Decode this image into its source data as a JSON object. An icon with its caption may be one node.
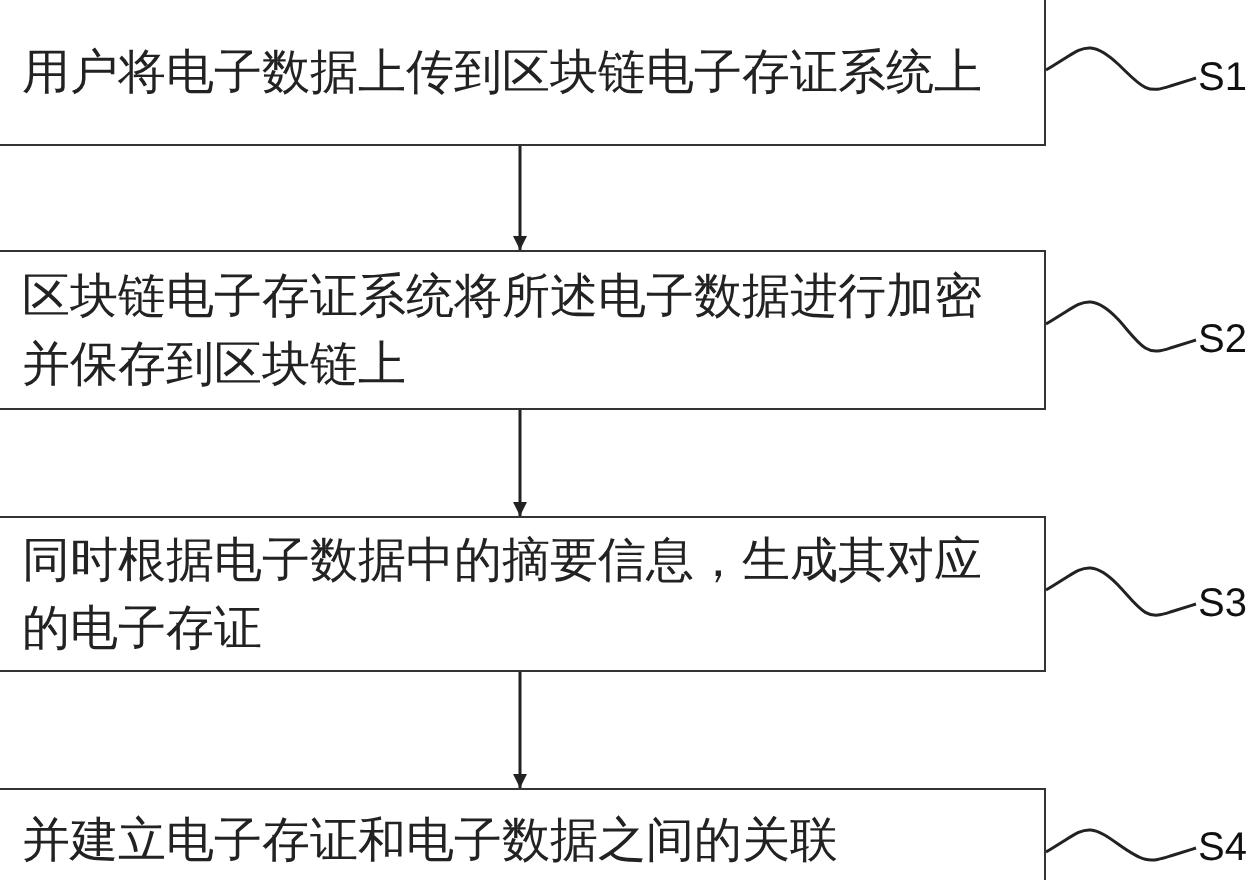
{
  "diagram": {
    "nodes": [
      {
        "text": [
          "用户将电子数据上传到区块链电子存证系统上"
        ]
      },
      {
        "text": [
          "区块链电子存证系统将所述电子数据进行加密并保存到区块链上"
        ]
      },
      {
        "text": [
          "同时根据电子数据中的摘要信息，生成其对应的电子存证"
        ]
      },
      {
        "text": [
          "并建立电子存证和电子数据之间的关联"
        ]
      },
      {
        "text": [
          "S1"
        ]
      },
      {
        "text": [
          "S2"
        ]
      },
      {
        "text": [
          "S3"
        ]
      },
      {
        "text": [
          "S4"
        ]
      }
    ],
    "edges": [
      {
        "from": 0,
        "to": 1,
        "arrow": "to"
      },
      {
        "from": 1,
        "to": 2,
        "arrow": "to"
      },
      {
        "from": 2,
        "to": 3,
        "arrow": "to"
      },
      {
        "from": 4,
        "to": 0,
        "arrow": "none"
      },
      {
        "from": 5,
        "to": 1,
        "arrow": "none"
      },
      {
        "from": 6,
        "to": 2,
        "arrow": "none"
      },
      {
        "from": 7,
        "to": 3,
        "arrow": "none"
      }
    ]
  }
}
